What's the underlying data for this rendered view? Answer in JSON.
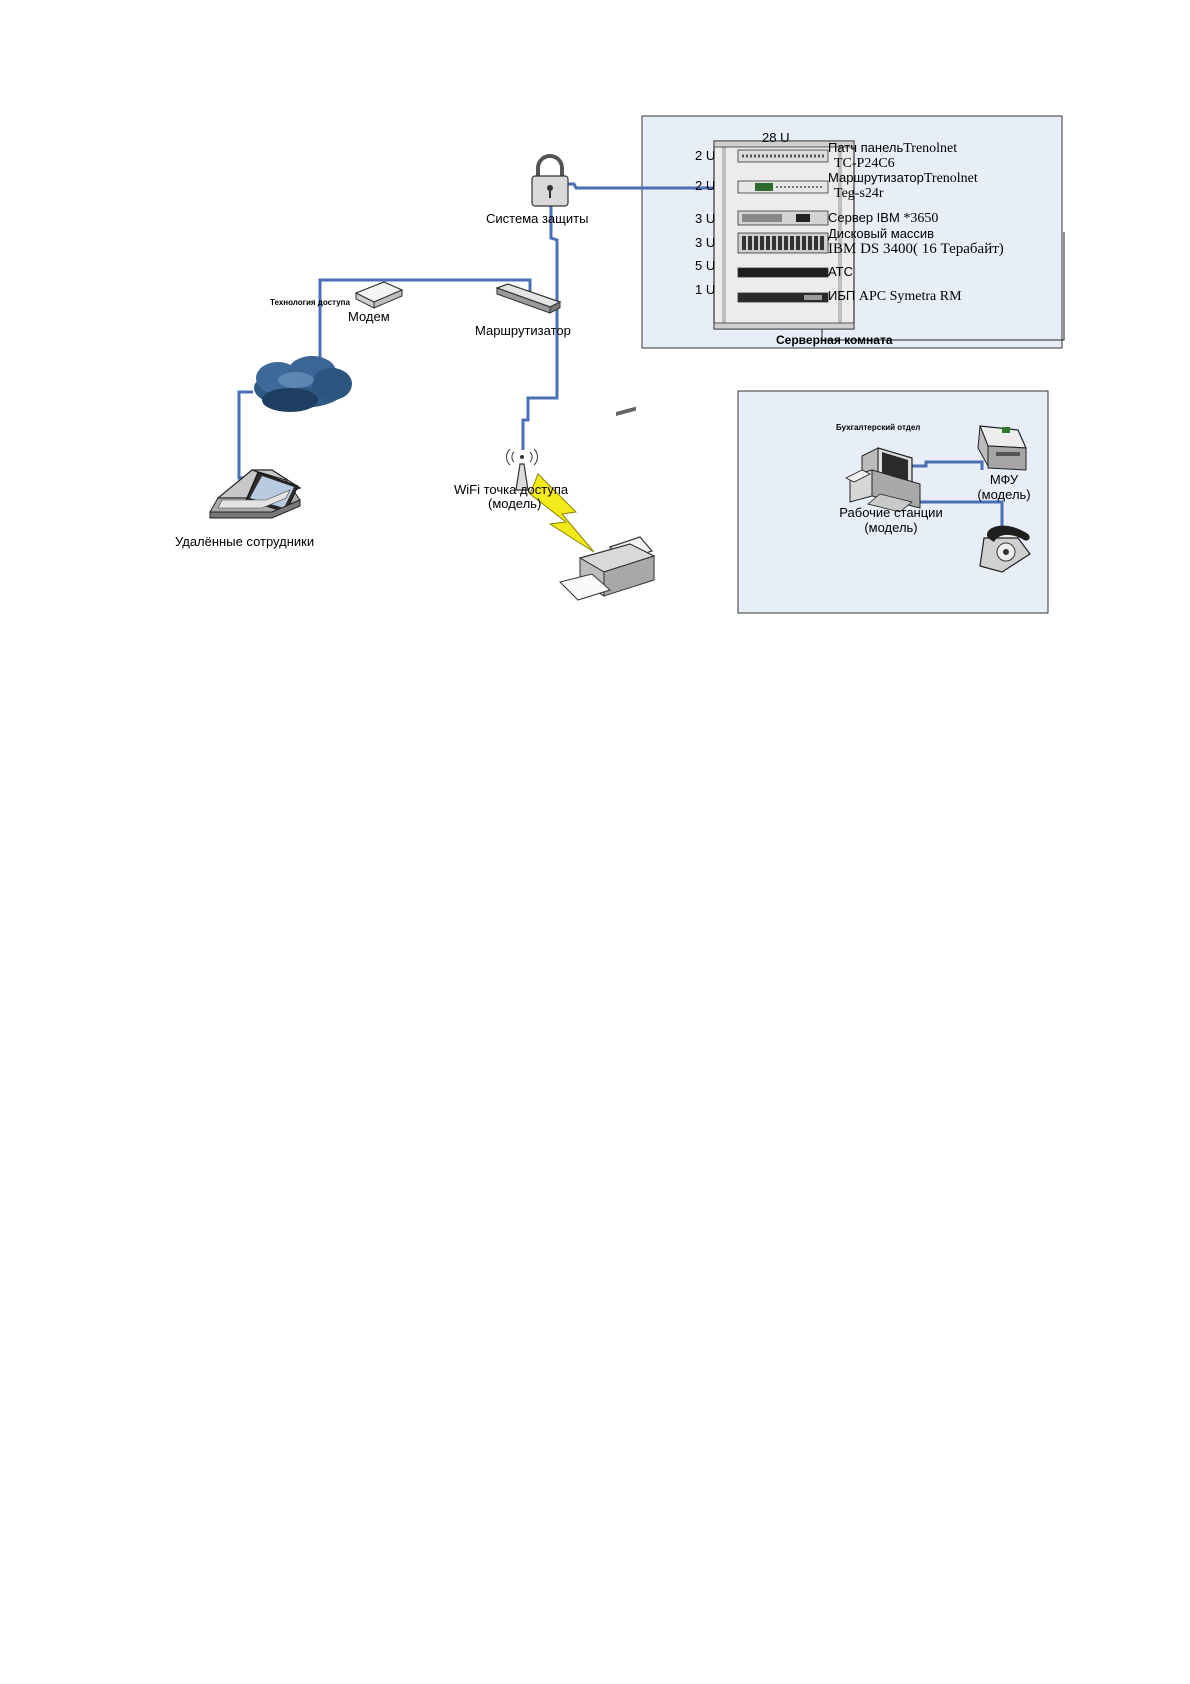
{
  "colors": {
    "link": "#4a6fb5",
    "panel_fill": "#e8eef8",
    "bolt": "#f2ea1a",
    "cloud": "#2f5a86"
  },
  "icons": {
    "lock": "padlock-icon",
    "modem": "modem-icon",
    "router": "router-icon",
    "cloud": "cloud-icon",
    "laptop": "laptop-icon",
    "wifi": "wifi-antenna-icon",
    "printer": "printer-icon",
    "workstation": "workstation-icon",
    "mfp": "mfp-icon",
    "phone": "telephone-icon",
    "rack": "server-rack-icon"
  },
  "labels": {
    "security": "Система защиты",
    "access_tech": "Технология доступа",
    "modem": "Модем",
    "router": "Маршрутизатор",
    "remote": "Удалённые сотрудники",
    "wifi_line1": "WiFi точка доступа",
    "wifi_line2": "(модель)",
    "rack_size": "28 U"
  },
  "server_room": {
    "title": "Серверная комната",
    "rows": [
      {
        "units": "2 U",
        "line1a": "Патч панель",
        "line1b": "Trenolnet",
        "line2": "TC-P24C6"
      },
      {
        "units": "2 U",
        "line1a": "Маршрутизатор",
        "line1b": "Trenolnet",
        "line2": "Teg-s24r"
      },
      {
        "units": "3 U",
        "line1a": "Сервер IBM ",
        "line1b": "*3650",
        "line2": ""
      },
      {
        "units": "3 U",
        "line1a": "Дисковый массив",
        "line1b": "",
        "line2": "IBM DS 3400( 16  Терабайт)"
      },
      {
        "units": "5 U",
        "line1a": "АТС",
        "line1b": "",
        "line2": ""
      },
      {
        "units": "1 U",
        "line1a": "ИБП ",
        "line1b": "APC Symetra RM",
        "line2": ""
      }
    ]
  },
  "accounting": {
    "title": "Бухгалтерский отдел",
    "workstation_line1": "Рабочие станции",
    "workstation_line2": "(модель)",
    "mfp_line1": "МФУ",
    "mfp_line2": "(модель)"
  }
}
